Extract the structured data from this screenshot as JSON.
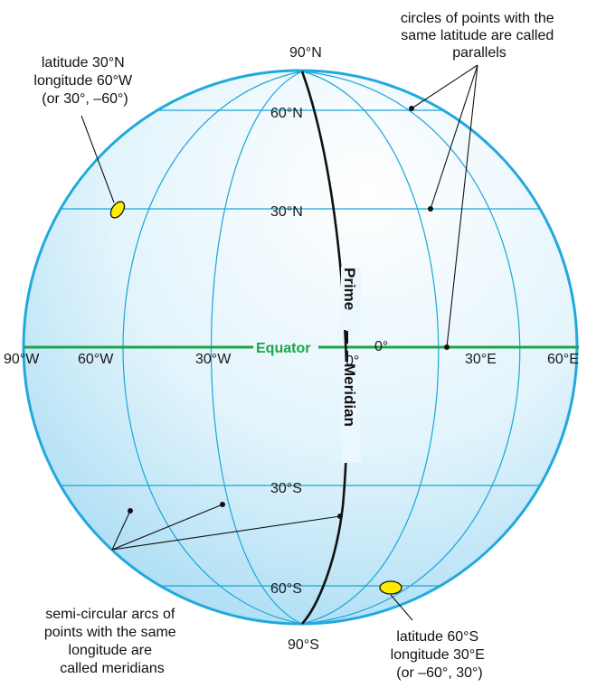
{
  "colors": {
    "globe_fill": "#d9f0fb",
    "globe_outline": "#21a9dd",
    "grid_lines": "#19a6d8",
    "equator": "#1aa64a",
    "prime_meridian": "#111111",
    "marker_fill": "#ffec00"
  },
  "latitudes": {
    "north_pole": "90°N",
    "lat_60n": "60°N",
    "lat_30n": "30°N",
    "lat_30s": "30°S",
    "lat_60s": "60°S",
    "south_pole": "90°S"
  },
  "longitudes": {
    "lon_90w": "90°W",
    "lon_60w": "60°W",
    "lon_30w": "30°W",
    "lon_0": "0°",
    "lon_30e": "30°E",
    "lon_60e": "60°E",
    "equator_zero": "0°"
  },
  "equator_label": "Equator",
  "prime_meridian": {
    "upper": "Prime",
    "lower": "Meridian"
  },
  "annotations": {
    "parallels": [
      "circles of points with the",
      "same latitude are called",
      "parallels"
    ],
    "point_north": [
      "latitude 30°N",
      "longitude 60°W",
      "(or 30°, –60°)"
    ],
    "meridians": [
      "semi-circular arcs of",
      "points with the same",
      "longitude are",
      "called meridians"
    ],
    "point_south": [
      "latitude 60°S",
      "longitude 30°E",
      "(or –60°, 30°)"
    ]
  }
}
